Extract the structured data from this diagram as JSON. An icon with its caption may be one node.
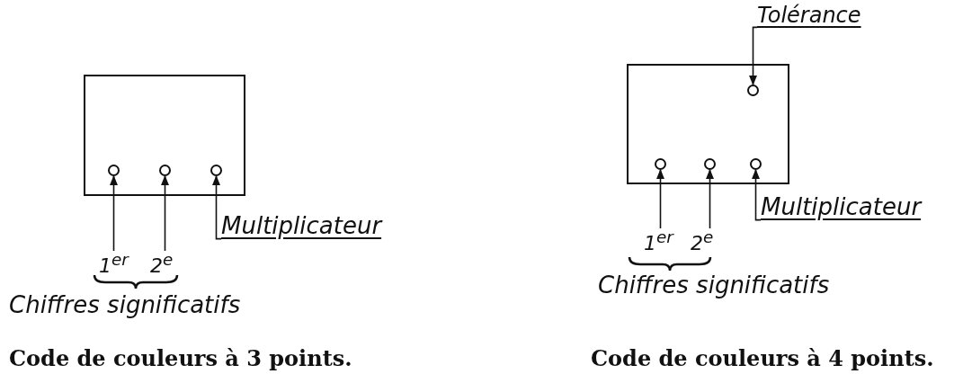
{
  "diagram": {
    "nodes": [
      {
        "text": [],
        "shape": "box"
      },
      {
        "text": [],
        "shape": "circle",
        "in": 0
      },
      {
        "text": [],
        "shape": "circle",
        "in": 0
      },
      {
        "text": [],
        "shape": "circle",
        "in": 0
      },
      {
        "text": [
          "1$^{er}$"
        ]
      },
      {
        "text": [
          "2$^{e}$"
        ]
      },
      {
        "text": [
          "Multiplicateur"
        ]
      },
      {
        "text": [],
        "shape": "box"
      },
      {
        "text": [],
        "shape": "circle",
        "in": 7
      },
      {
        "text": [],
        "shape": "circle",
        "in": 7
      },
      {
        "text": [],
        "shape": "circle",
        "in": 7
      },
      {
        "text": [],
        "shape": "circle",
        "in": 7
      },
      {
        "text": [
          "Tolérance"
        ]
      },
      {
        "text": [
          "1$^{er}$"
        ]
      },
      {
        "text": [
          "2$^{e}$"
        ]
      },
      {
        "text": [
          "Multiplicateur"
        ]
      }
    ],
    "edges": [
      {
        "from": 4,
        "to": 1,
        "arrow": "to"
      },
      {
        "from": 5,
        "to": 2,
        "arrow": "to"
      },
      {
        "from": 6,
        "to": 3,
        "arrow": "to"
      },
      {
        "from": 12,
        "to": 8,
        "arrow": "to"
      },
      {
        "from": 13,
        "to": 9,
        "arrow": "to"
      },
      {
        "from": 14,
        "to": 10,
        "arrow": "to"
      },
      {
        "from": 15,
        "to": 11,
        "arrow": "to"
      }
    ],
    "labels": [
      "Chiffres significatifs",
      "Code de couleurs à 3 points.",
      "Chiffres significatifs",
      "Code de couleurs à 4 points."
    ]
  }
}
